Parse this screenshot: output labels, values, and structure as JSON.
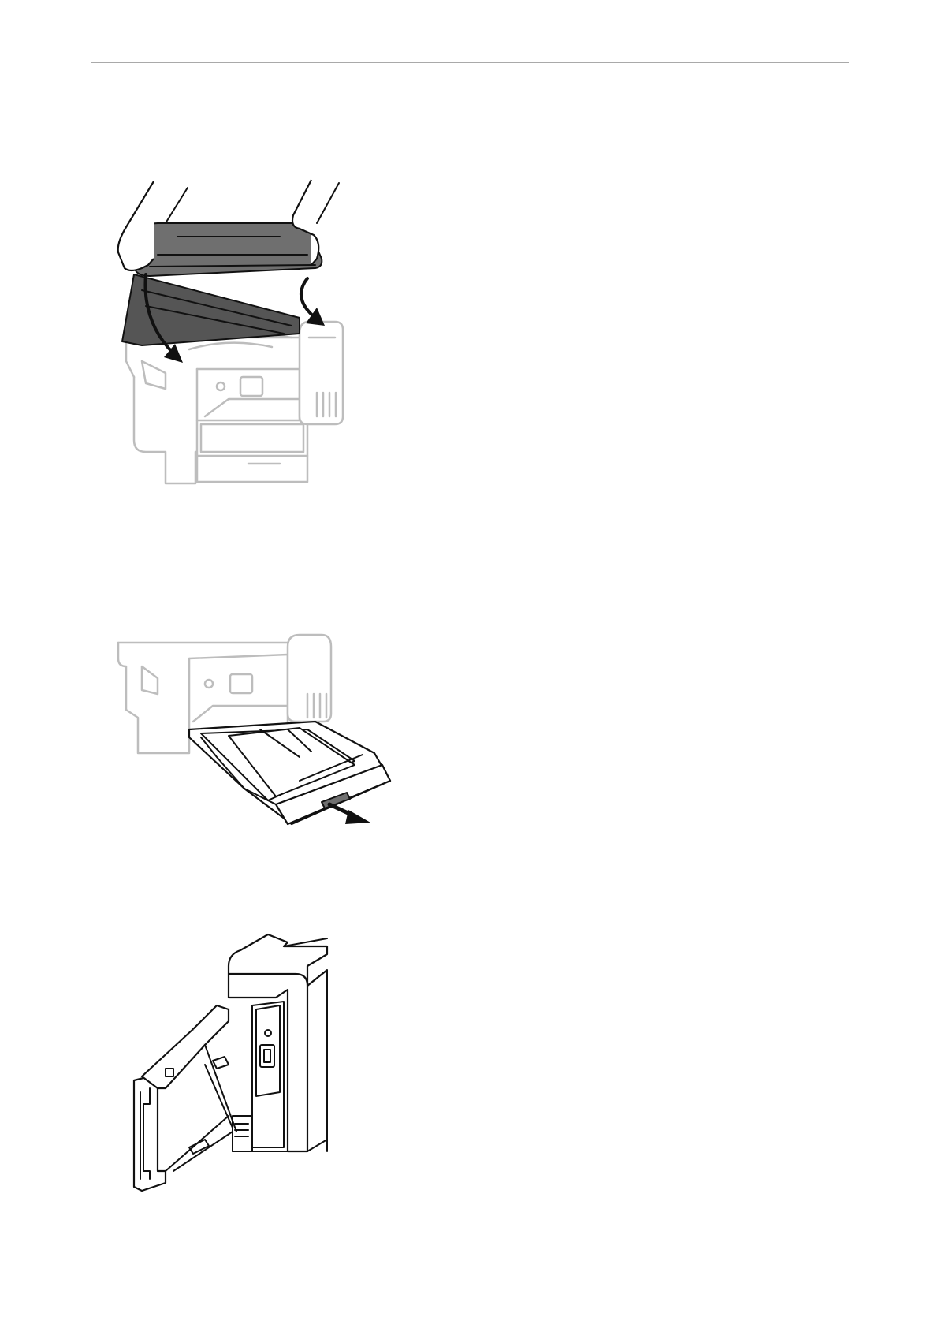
{
  "page": {
    "has_header_rule": true,
    "figures": [
      {
        "name": "close-scanner-unit-illustration",
        "description_icon": "printer-scanner-close-icon"
      },
      {
        "name": "pull-out-paper-cassette-illustration",
        "description_icon": "printer-cassette-pull-icon"
      },
      {
        "name": "cassette-side-view-illustration",
        "description_icon": "printer-cassette-side-icon"
      }
    ]
  },
  "colors": {
    "rule": "#a9a9a9",
    "outline_light": "#bdbdbd",
    "outline_dark": "#111111",
    "scanner_fill": "#6f6f6f"
  }
}
